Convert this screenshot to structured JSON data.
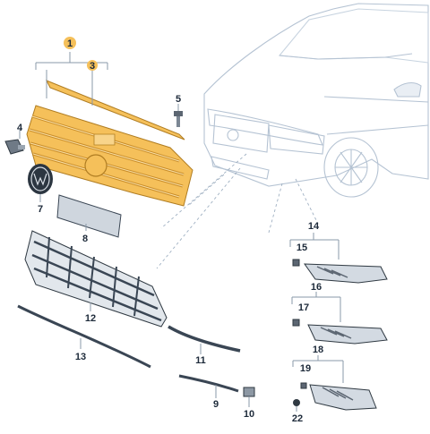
{
  "labels": {
    "p1": "1",
    "p3": "3",
    "p4": "4",
    "p5": "5",
    "p7": "7",
    "p8": "8",
    "p9": "9",
    "p10": "10",
    "p11": "11",
    "p12": "12",
    "p13": "13",
    "p14": "14",
    "p15": "15",
    "p16": "16",
    "p17": "17",
    "p18": "18",
    "p19": "19",
    "p22": "22"
  },
  "colors": {
    "highlight": "#f5c05a",
    "highlight_dark": "#d39a2e",
    "callout_circle": "#f5c05a",
    "outline": "#3a4654",
    "car_line": "#b9c8d8",
    "part_fill": "#d9dfe6",
    "part_dark": "#5c6672"
  }
}
